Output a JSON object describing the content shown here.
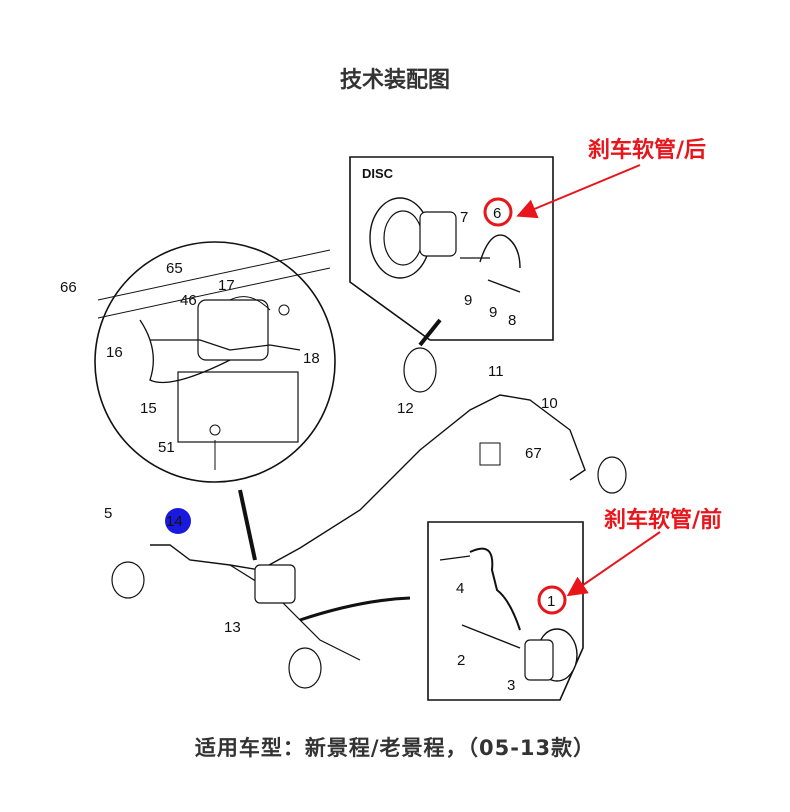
{
  "title": "技术装配图",
  "footer": "适用车型：新景程/老景程，（05-13款）",
  "labels": {
    "rear_hose": "刹车软管/后",
    "front_hose": "刹车软管/前",
    "disc": "DISC"
  },
  "callouts": {
    "c66": "66",
    "c65": "65",
    "c46": "46",
    "c17": "17",
    "c16": "16",
    "c18": "18",
    "c15": "15",
    "c51": "51",
    "c7": "7",
    "c6": "6",
    "c9a": "9",
    "c9b": "9",
    "c8": "8",
    "c11": "11",
    "c12": "12",
    "c10": "10",
    "c67": "67",
    "c5": "5",
    "c14": "14",
    "c13": "13",
    "c4": "4",
    "c1": "1",
    "c2": "2",
    "c3": "3"
  },
  "colors": {
    "accent_red": "#e8151b",
    "highlight_blue": "#1a1adf"
  }
}
